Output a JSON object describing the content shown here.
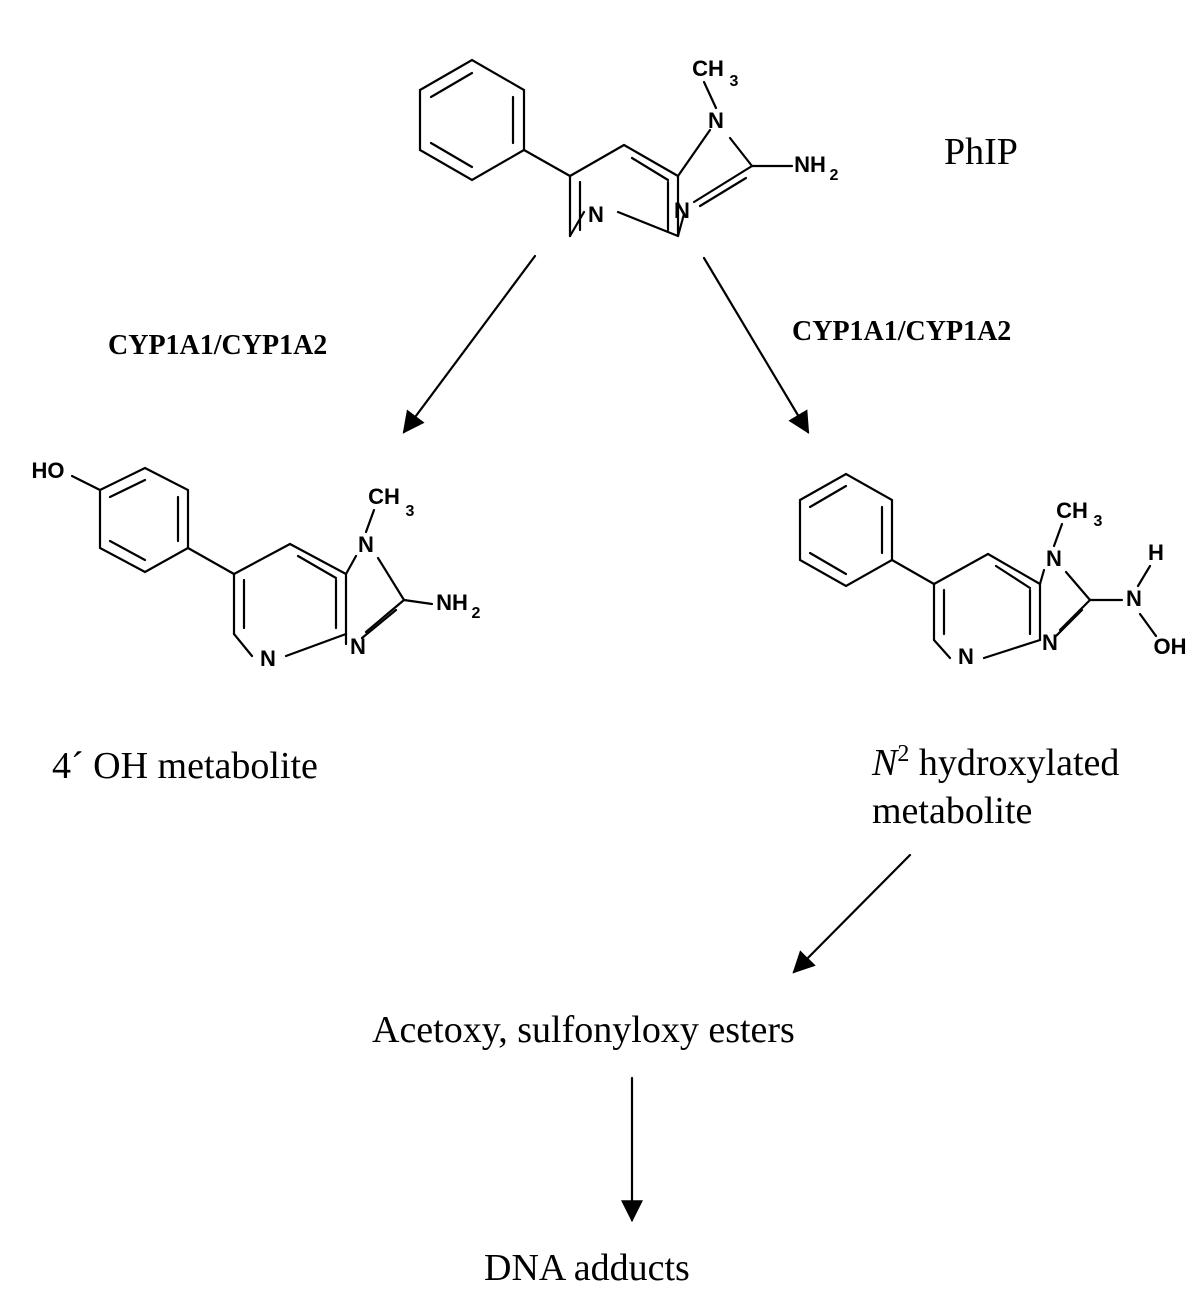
{
  "compounds": {
    "phip": {
      "name": "PhIP"
    },
    "hydroxy_metabolite": {
      "name": "4´ OH metabolite"
    },
    "n2_metabolite": {
      "italic": "N",
      "superscript": "2",
      "line1_rest": " hydroxylated",
      "line2": "metabolite"
    },
    "esters": {
      "name": "Acetoxy, sulfonyloxy esters"
    },
    "dna_adducts": {
      "name": "DNA adducts"
    }
  },
  "enzymes": {
    "left": "CYP1A1/CYP1A2",
    "right": "CYP1A1/CYP1A2"
  },
  "atoms": {
    "methyl": "CH",
    "methyl_sub": "3",
    "nitrogen": "N",
    "amine": "NH",
    "amine_sub": "2",
    "hydroxyl": "HO",
    "oh": "OH",
    "hydrogen": "H"
  }
}
